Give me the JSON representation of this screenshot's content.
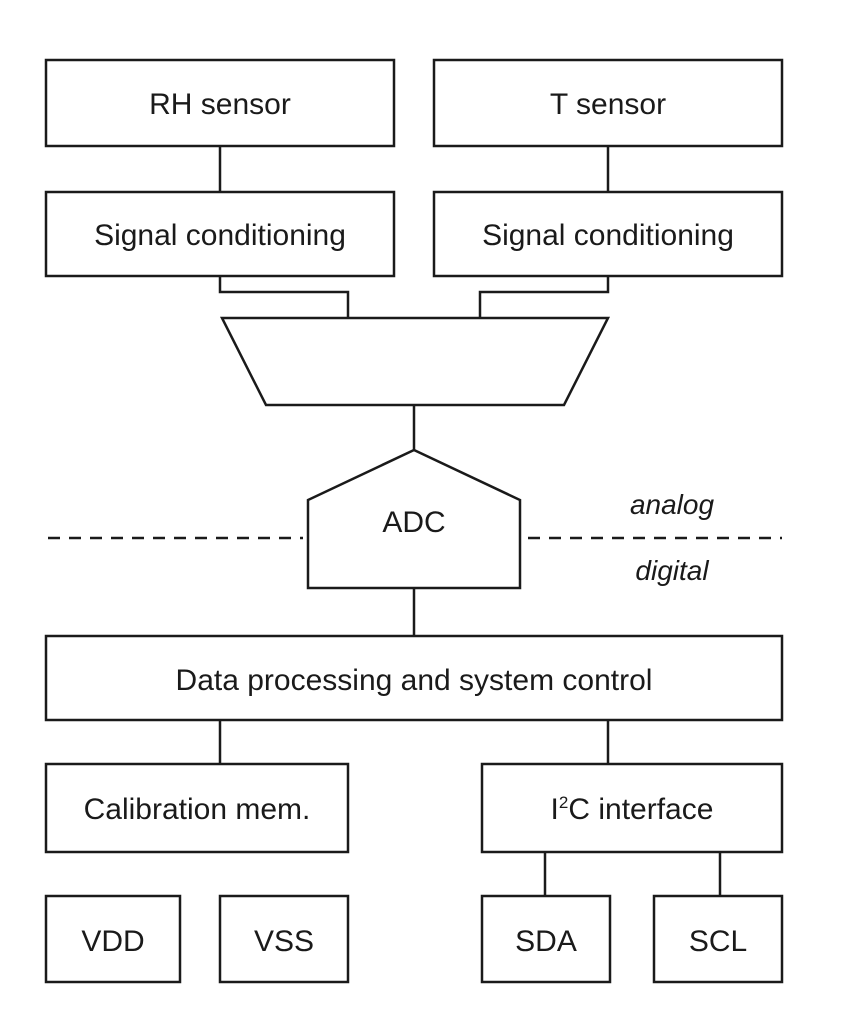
{
  "blocks": {
    "rh_sensor": "RH sensor",
    "t_sensor": "T sensor",
    "signal_conditioning_left": "Signal conditioning",
    "signal_conditioning_right": "Signal conditioning",
    "adc": "ADC",
    "data_processing": "Data processing and system control",
    "calibration_memory": "Calibration mem.",
    "i2c_interface": {
      "prefix": "I",
      "superscript": "2",
      "suffix": "C interface"
    },
    "vdd": "VDD",
    "vss": "VSS",
    "sda": "SDA",
    "scl": "SCL"
  },
  "domain_labels": {
    "analog": "analog",
    "digital": "digital"
  }
}
